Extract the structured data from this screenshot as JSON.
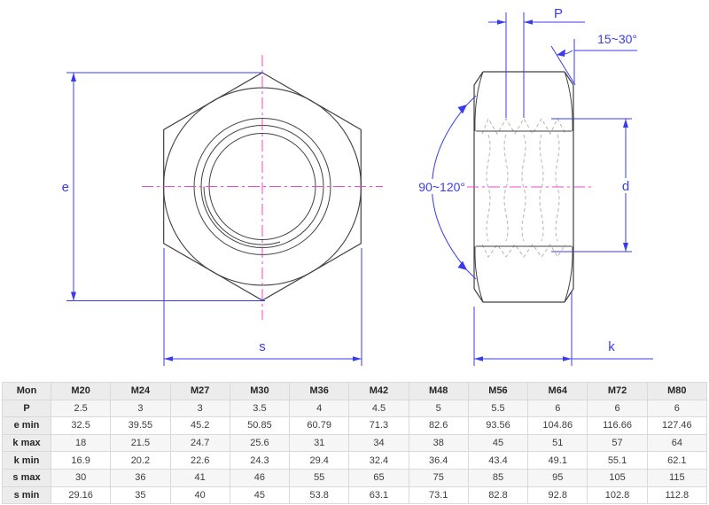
{
  "drawing": {
    "front_view": {
      "e_label": "e",
      "s_label": "s"
    },
    "side_view": {
      "p_label": "P",
      "d_label": "d",
      "k_label": "k",
      "chamfer_angle_label": "15~30°",
      "countersink_angle_label": "90~120°"
    },
    "colors": {
      "dimension_blue": "#3b3bee",
      "centerline_magenta": "#ff3fc8",
      "outline_gray": "#404040",
      "thread_gray": "#b5b5b5"
    }
  },
  "table": {
    "header": [
      "Mon",
      "M20",
      "M24",
      "M27",
      "M30",
      "M36",
      "M42",
      "M48",
      "M56",
      "M64",
      "M72",
      "M80"
    ],
    "rows": [
      {
        "label": "P",
        "values": [
          "2.5",
          "3",
          "3",
          "3.5",
          "4",
          "4.5",
          "5",
          "5.5",
          "6",
          "6",
          "6"
        ]
      },
      {
        "label": "e min",
        "values": [
          "32.5",
          "39.55",
          "45.2",
          "50.85",
          "60.79",
          "71.3",
          "82.6",
          "93.56",
          "104.86",
          "116.66",
          "127.46"
        ]
      },
      {
        "label": "k max",
        "values": [
          "18",
          "21.5",
          "24.7",
          "25.6",
          "31",
          "34",
          "38",
          "45",
          "51",
          "57",
          "64"
        ]
      },
      {
        "label": "k min",
        "values": [
          "16.9",
          "20.2",
          "22.6",
          "24.3",
          "29.4",
          "32.4",
          "36.4",
          "43.4",
          "49.1",
          "55.1",
          "62.1"
        ]
      },
      {
        "label": "s max",
        "values": [
          "30",
          "36",
          "41",
          "46",
          "55",
          "65",
          "75",
          "85",
          "95",
          "105",
          "115"
        ]
      },
      {
        "label": "s min",
        "values": [
          "29.16",
          "35",
          "40",
          "45",
          "53.8",
          "63.1",
          "73.1",
          "82.8",
          "92.8",
          "102.8",
          "112.8"
        ]
      }
    ]
  }
}
